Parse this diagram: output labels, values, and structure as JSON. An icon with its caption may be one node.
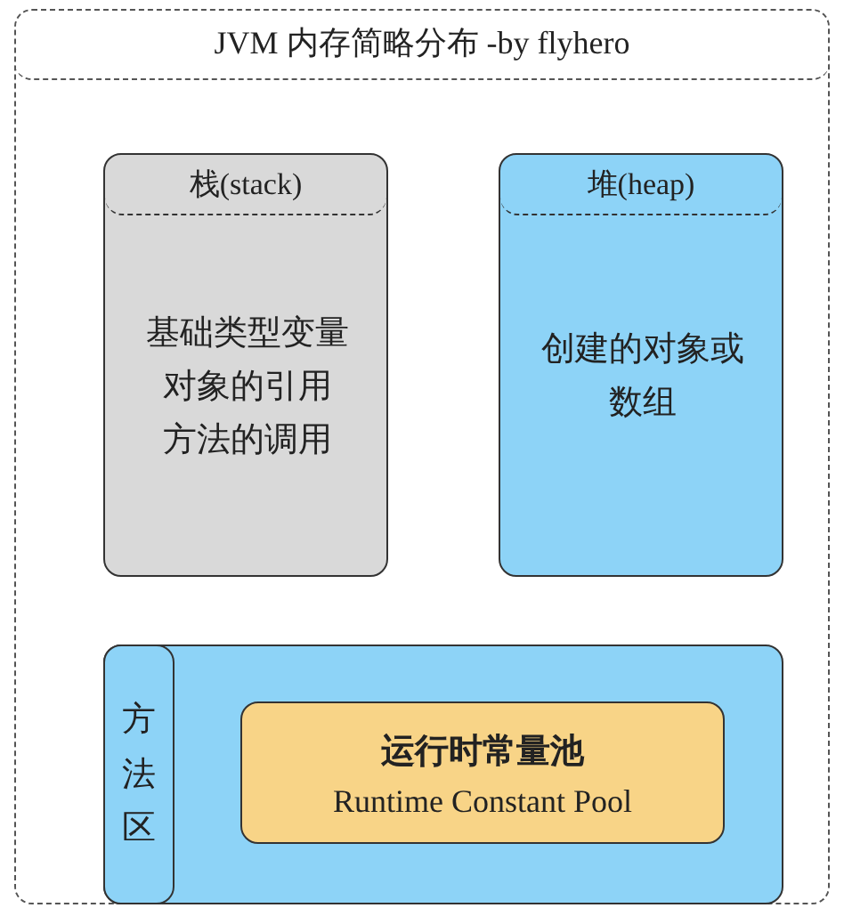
{
  "diagram": {
    "nodes": [
      {
        "text": [
          "JVM 内存简略分布 -by flyhero"
        ]
      },
      {
        "text": [
          "栈(stack)",
          "基础类型变量",
          "对象的引用",
          "方法的调用"
        ],
        "in": 0
      },
      {
        "text": [
          "堆(heap)",
          "创建的对象或数组"
        ],
        "in": 0
      },
      {
        "text": [
          "方法区"
        ],
        "in": 0
      },
      {
        "text": [
          "运行时常量池",
          "Runtime Constant Pool"
        ],
        "in": 3
      }
    ]
  }
}
